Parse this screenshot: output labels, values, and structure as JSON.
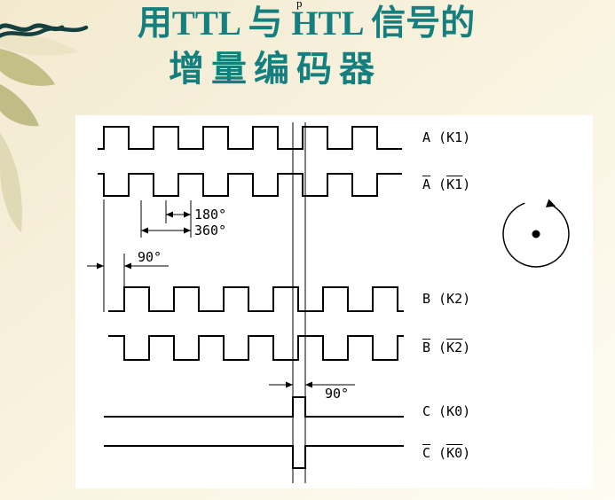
{
  "page": {
    "background_light": "#fefcf3",
    "background_dark": "#f2ead0",
    "panel_background": "#ffffff",
    "top_fragment": "p"
  },
  "title": {
    "line1": "用TTL 与 HTL 信号的",
    "line2": "增量编码器",
    "color": "#157f7f"
  },
  "diagram": {
    "signal_color": "#000000",
    "signals": [
      {
        "id": "A",
        "label_main": "A",
        "label_paren": "K1",
        "inverted": false,
        "kind": "square"
      },
      {
        "id": "A_bar",
        "label_main": "A",
        "label_paren": "K1",
        "inverted": true,
        "kind": "square"
      },
      {
        "id": "B",
        "label_main": "B",
        "label_paren": "K2",
        "inverted": false,
        "kind": "square"
      },
      {
        "id": "B_bar",
        "label_main": "B",
        "label_paren": "K2",
        "inverted": true,
        "kind": "square"
      },
      {
        "id": "C",
        "label_main": "C",
        "label_paren": "K0",
        "inverted": false,
        "kind": "pulse"
      },
      {
        "id": "C_bar",
        "label_main": "C",
        "label_paren": "K0",
        "inverted": true,
        "kind": "pulse"
      }
    ],
    "annotations": {
      "deg180": "180°",
      "deg360": "360°",
      "deg90_phase": "90°",
      "deg90_ref": "90°"
    },
    "rotation": "clockwise"
  }
}
